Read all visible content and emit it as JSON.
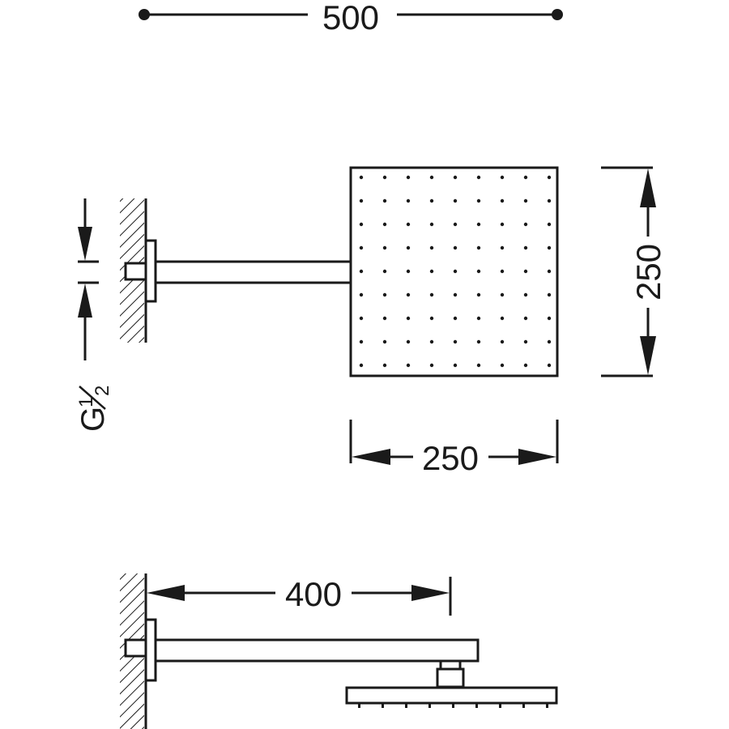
{
  "dimensions": {
    "overall_width": "500",
    "head_height": "250",
    "head_width": "250",
    "arm_length": "400"
  },
  "thread": {
    "prefix": "G",
    "numerator": "1",
    "denominator": "2"
  },
  "colors": {
    "line": "#1a1a1a",
    "background": "#ffffff"
  }
}
